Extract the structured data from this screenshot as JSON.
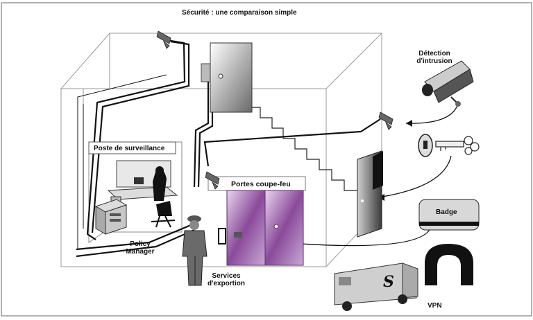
{
  "title": "Sécurité : une comparaison simple",
  "labels": {
    "intrusion": "Détection\nd'intrusion",
    "surveillance": "Poste de surveillance",
    "firewall": "Portes coupe-feu",
    "badge": "Badge",
    "policy_manager": "Policy\nManager",
    "services": "Services\nd'exportion",
    "vpn": "VPN"
  },
  "colors": {
    "firewall_door": "#8a4a9a",
    "cable": "#111111",
    "outline": "#9a9a9a"
  },
  "icons": [
    "security-camera-icon",
    "door-icon",
    "key-icon",
    "lock-icon",
    "badge-card-icon",
    "tunnel-icon",
    "armored-van-icon",
    "guard-icon",
    "office-desk-icon",
    "server-icon"
  ]
}
